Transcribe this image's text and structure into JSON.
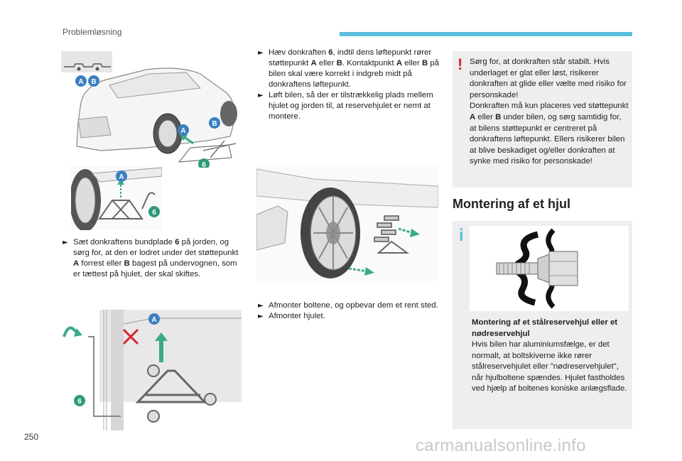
{
  "page": {
    "section": "Problemløsning",
    "page_number": "250",
    "watermark": "carmanualsonline.info"
  },
  "left_column": {
    "figure1_labels": [
      "A",
      "B",
      "A",
      "B",
      "6"
    ],
    "figure2_labels": [
      "A",
      "6"
    ],
    "figure3_labels": [
      "A",
      "6"
    ],
    "bullet": {
      "t1": "Sæt donkraftens bundplade ",
      "b1": "6",
      "t2": " på jorden, og sørg for, at den er lodret under det støttepunkt ",
      "b2": "A",
      "t3": " forrest eller ",
      "b3": "B",
      "t4": " bagest på undervognen, som er tættest på hjulet, der skal skiftes."
    }
  },
  "middle_column": {
    "bullet1": {
      "t1": "Hæv donkraften ",
      "b1": "6",
      "t2": ", indtil dens løftepunkt rører støttepunkt ",
      "b2": "A",
      "t3": " eller ",
      "b3": "B",
      "t4": ". Kontaktpunkt ",
      "b4": "A",
      "t5": " eller ",
      "b5": "B",
      "t6": " på bilen skal være korrekt i indgreb midt på donkraftens løftepunkt."
    },
    "bullet2": "Løft bilen, så der er tilstrækkelig plads mellem hjulet og jorden til, at reservehjulet er nemt at montere.",
    "bullet3": "Afmonter boltene, og opbevar dem et rent sted.",
    "bullet4": "Afmonter hjulet."
  },
  "right_column": {
    "warning": {
      "icon": "!",
      "p1": "Sørg for, at donkraften står stabilt. Hvis underlaget er glat eller løst, risikerer donkraften at glide eller vælte med risiko for personskade!",
      "p2_t1": "Donkraften må kun placeres ved støttepunkt ",
      "p2_b1": "A",
      "p2_t2": " eller ",
      "p2_b2": "B",
      "p2_t3": " under bilen, og sørg samtidig for, at bilens støttepunkt er centreret på donkraftens løftepunkt. Ellers risikerer bilen at blive beskadiget og/eller donkraften at synke med risiko for personskade!"
    },
    "section_title": "Montering af et hjul",
    "info": {
      "icon": "i",
      "title": "Montering af et stålreservehjul eller et nødreservehjul",
      "text": "Hvis bilen har aluminiumsfælge, er det normalt, at boltskiverne ikke rører stålreservehjulet eller \"nødreservehjulet\", når hjulboltene spændes. Hjulet fastholdes ved hjælp af boltenes koniske anlægsflade."
    }
  },
  "colors": {
    "accent_blue": "#5bc0de",
    "label_blue": "#3a7fc0",
    "arrow_green": "#3aaa8a",
    "label_green": "#2f9a7a",
    "warning_red": "#d9232d",
    "box_gray": "#eeeeee"
  }
}
